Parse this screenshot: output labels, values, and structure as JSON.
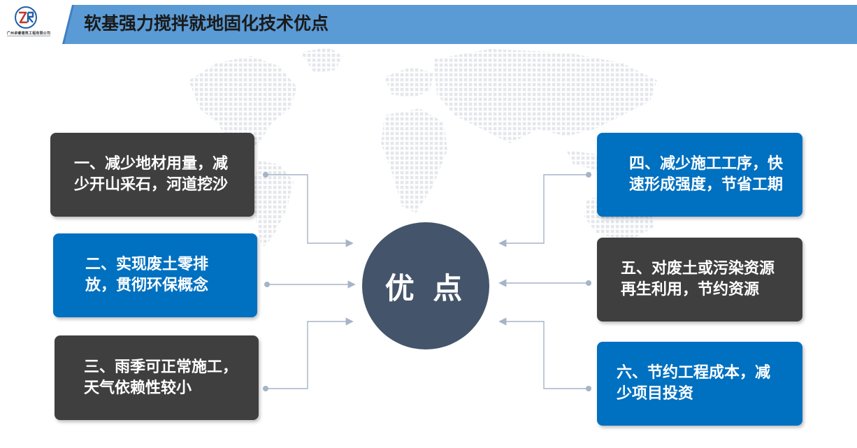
{
  "header": {
    "title": "软基强力搅拌就地固化技术优点",
    "logo_text": "广州卓睿建筑工程有限公司",
    "logo_icon": "company-logo-icon"
  },
  "center": {
    "label": "优 点"
  },
  "advantages": [
    {
      "text": "一、减少地材用量，减少开山采石，河道挖沙",
      "style": "dark"
    },
    {
      "text": "二、实现废土零排放，贯彻环保概念",
      "style": "blue"
    },
    {
      "text": "三、雨季可正常施工，天气依赖性较小",
      "style": "dark"
    },
    {
      "text": "四、减少施工工序，快速形成强度，节省工期",
      "style": "blue"
    },
    {
      "text": "五、对废土或污染资源再生利用，节约资源",
      "style": "dark"
    },
    {
      "text": "六、节约工程成本，减少项目投资",
      "style": "blue"
    }
  ],
  "colors": {
    "title_bar": "#5b9bd5",
    "dark_card": "#3f3f3f",
    "blue_card": "#0070c0",
    "center_circle": "#44546a",
    "connector": "#a6b4c8"
  }
}
